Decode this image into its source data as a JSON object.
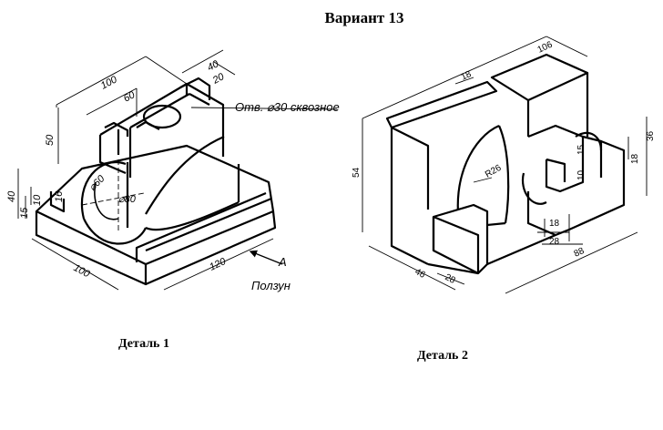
{
  "title": "Вариант 13",
  "part1": {
    "caption": "Деталь 1",
    "hole_note": "Отв. ⌀30 сквозное",
    "direction_label": "A",
    "part_name": "Ползун",
    "dims": {
      "d100_top": "100",
      "d60": "60",
      "d40": "40",
      "d20": "20",
      "d50": "50",
      "d40_left": "40",
      "d10": "10",
      "d15": "15",
      "d16": "16",
      "dia60": "⌀60",
      "dia80": "⌀80",
      "d100_bottom": "100",
      "d120": "120"
    }
  },
  "part2": {
    "caption": "Деталь 2",
    "dims": {
      "d106": "106",
      "d18_top": "18",
      "d36": "36",
      "d54": "54",
      "d18_right": "18",
      "r26": "R26",
      "d15": "15",
      "d10": "10",
      "d18_mid": "18",
      "d28_mid": "28",
      "d88": "88",
      "d46": "46",
      "d28_bottom": "28"
    }
  }
}
